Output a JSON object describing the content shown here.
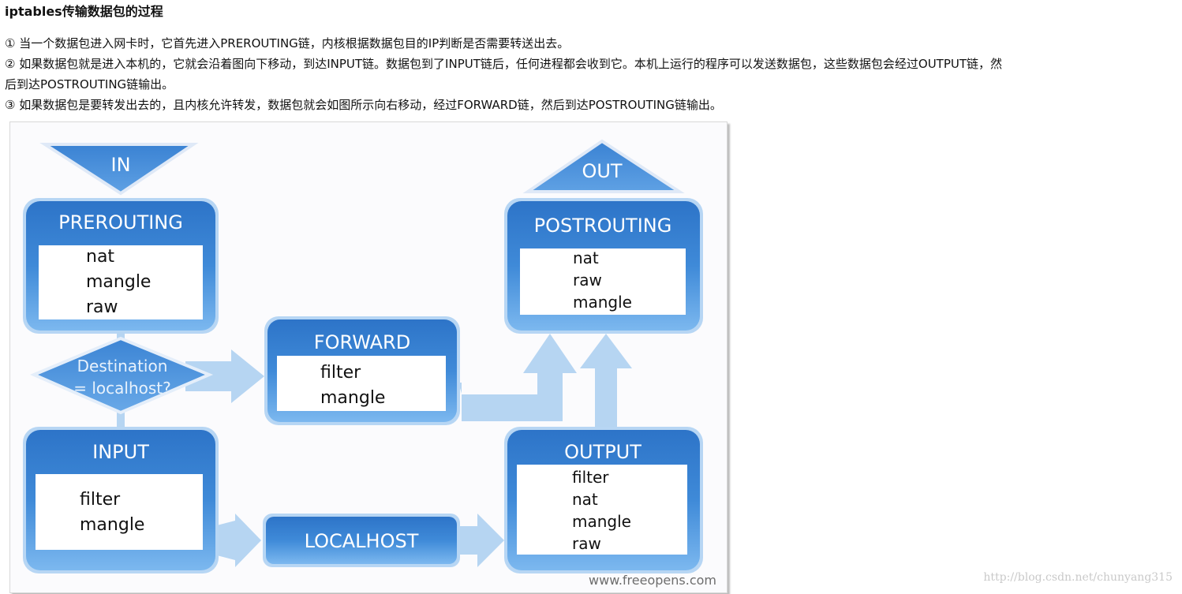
{
  "header": {
    "title": "iptables传输数据包的过程"
  },
  "paragraphs": {
    "p1": {
      "marker": "①",
      "text": " 当一个数据包进入网卡时，它首先进入PREROUTING链，内核根据数据包目的IP判断是否需要转送出去。"
    },
    "p2": {
      "marker": "②",
      "text": " 如果数据包就是进入本机的，它就会沿着图向下移动，到达INPUT链。数据包到了INPUT链后，任何进程都会收到它。本机上运行的程序可以发送数据包，这些数据包会经过OUTPUT链，然"
    },
    "p2_cont": "后到达POSTROUTING链输出。",
    "p3": {
      "marker": "③",
      "text": " 如果数据包是要转发出去的，且内核允许转发，数据包就会如图所示向右移动，经过FORWARD链，然后到达POSTROUTING链输出。"
    }
  },
  "diagram": {
    "in_label": "IN",
    "out_label": "OUT",
    "decision_line1": "Destination",
    "decision_line2": "= localhost?",
    "localhost_label": "LOCALHOST",
    "credit": "www.freeopens.com",
    "chains": {
      "prerouting": {
        "title": "PREROUTING",
        "tables": [
          "nat",
          "mangle",
          "raw"
        ]
      },
      "forward": {
        "title": "FORWARD",
        "tables": [
          "filter",
          "mangle"
        ]
      },
      "postrouting": {
        "title": "POSTROUTING",
        "tables": [
          "nat",
          "raw",
          "mangle"
        ]
      },
      "input": {
        "title": "INPUT",
        "tables": [
          "filter",
          "mangle"
        ]
      },
      "output": {
        "title": "OUTPUT",
        "tables": [
          "filter",
          "nat",
          "mangle",
          "raw"
        ]
      }
    },
    "colors": {
      "chain_fill_top": "#2f77cc",
      "chain_fill_bottom": "#6fb0ee",
      "chain_glow": "#aacdf3",
      "arrow": "#b3d3f1",
      "triangle": "#3d86d6"
    }
  },
  "watermark": "http://blog.csdn.net/chunyang315"
}
